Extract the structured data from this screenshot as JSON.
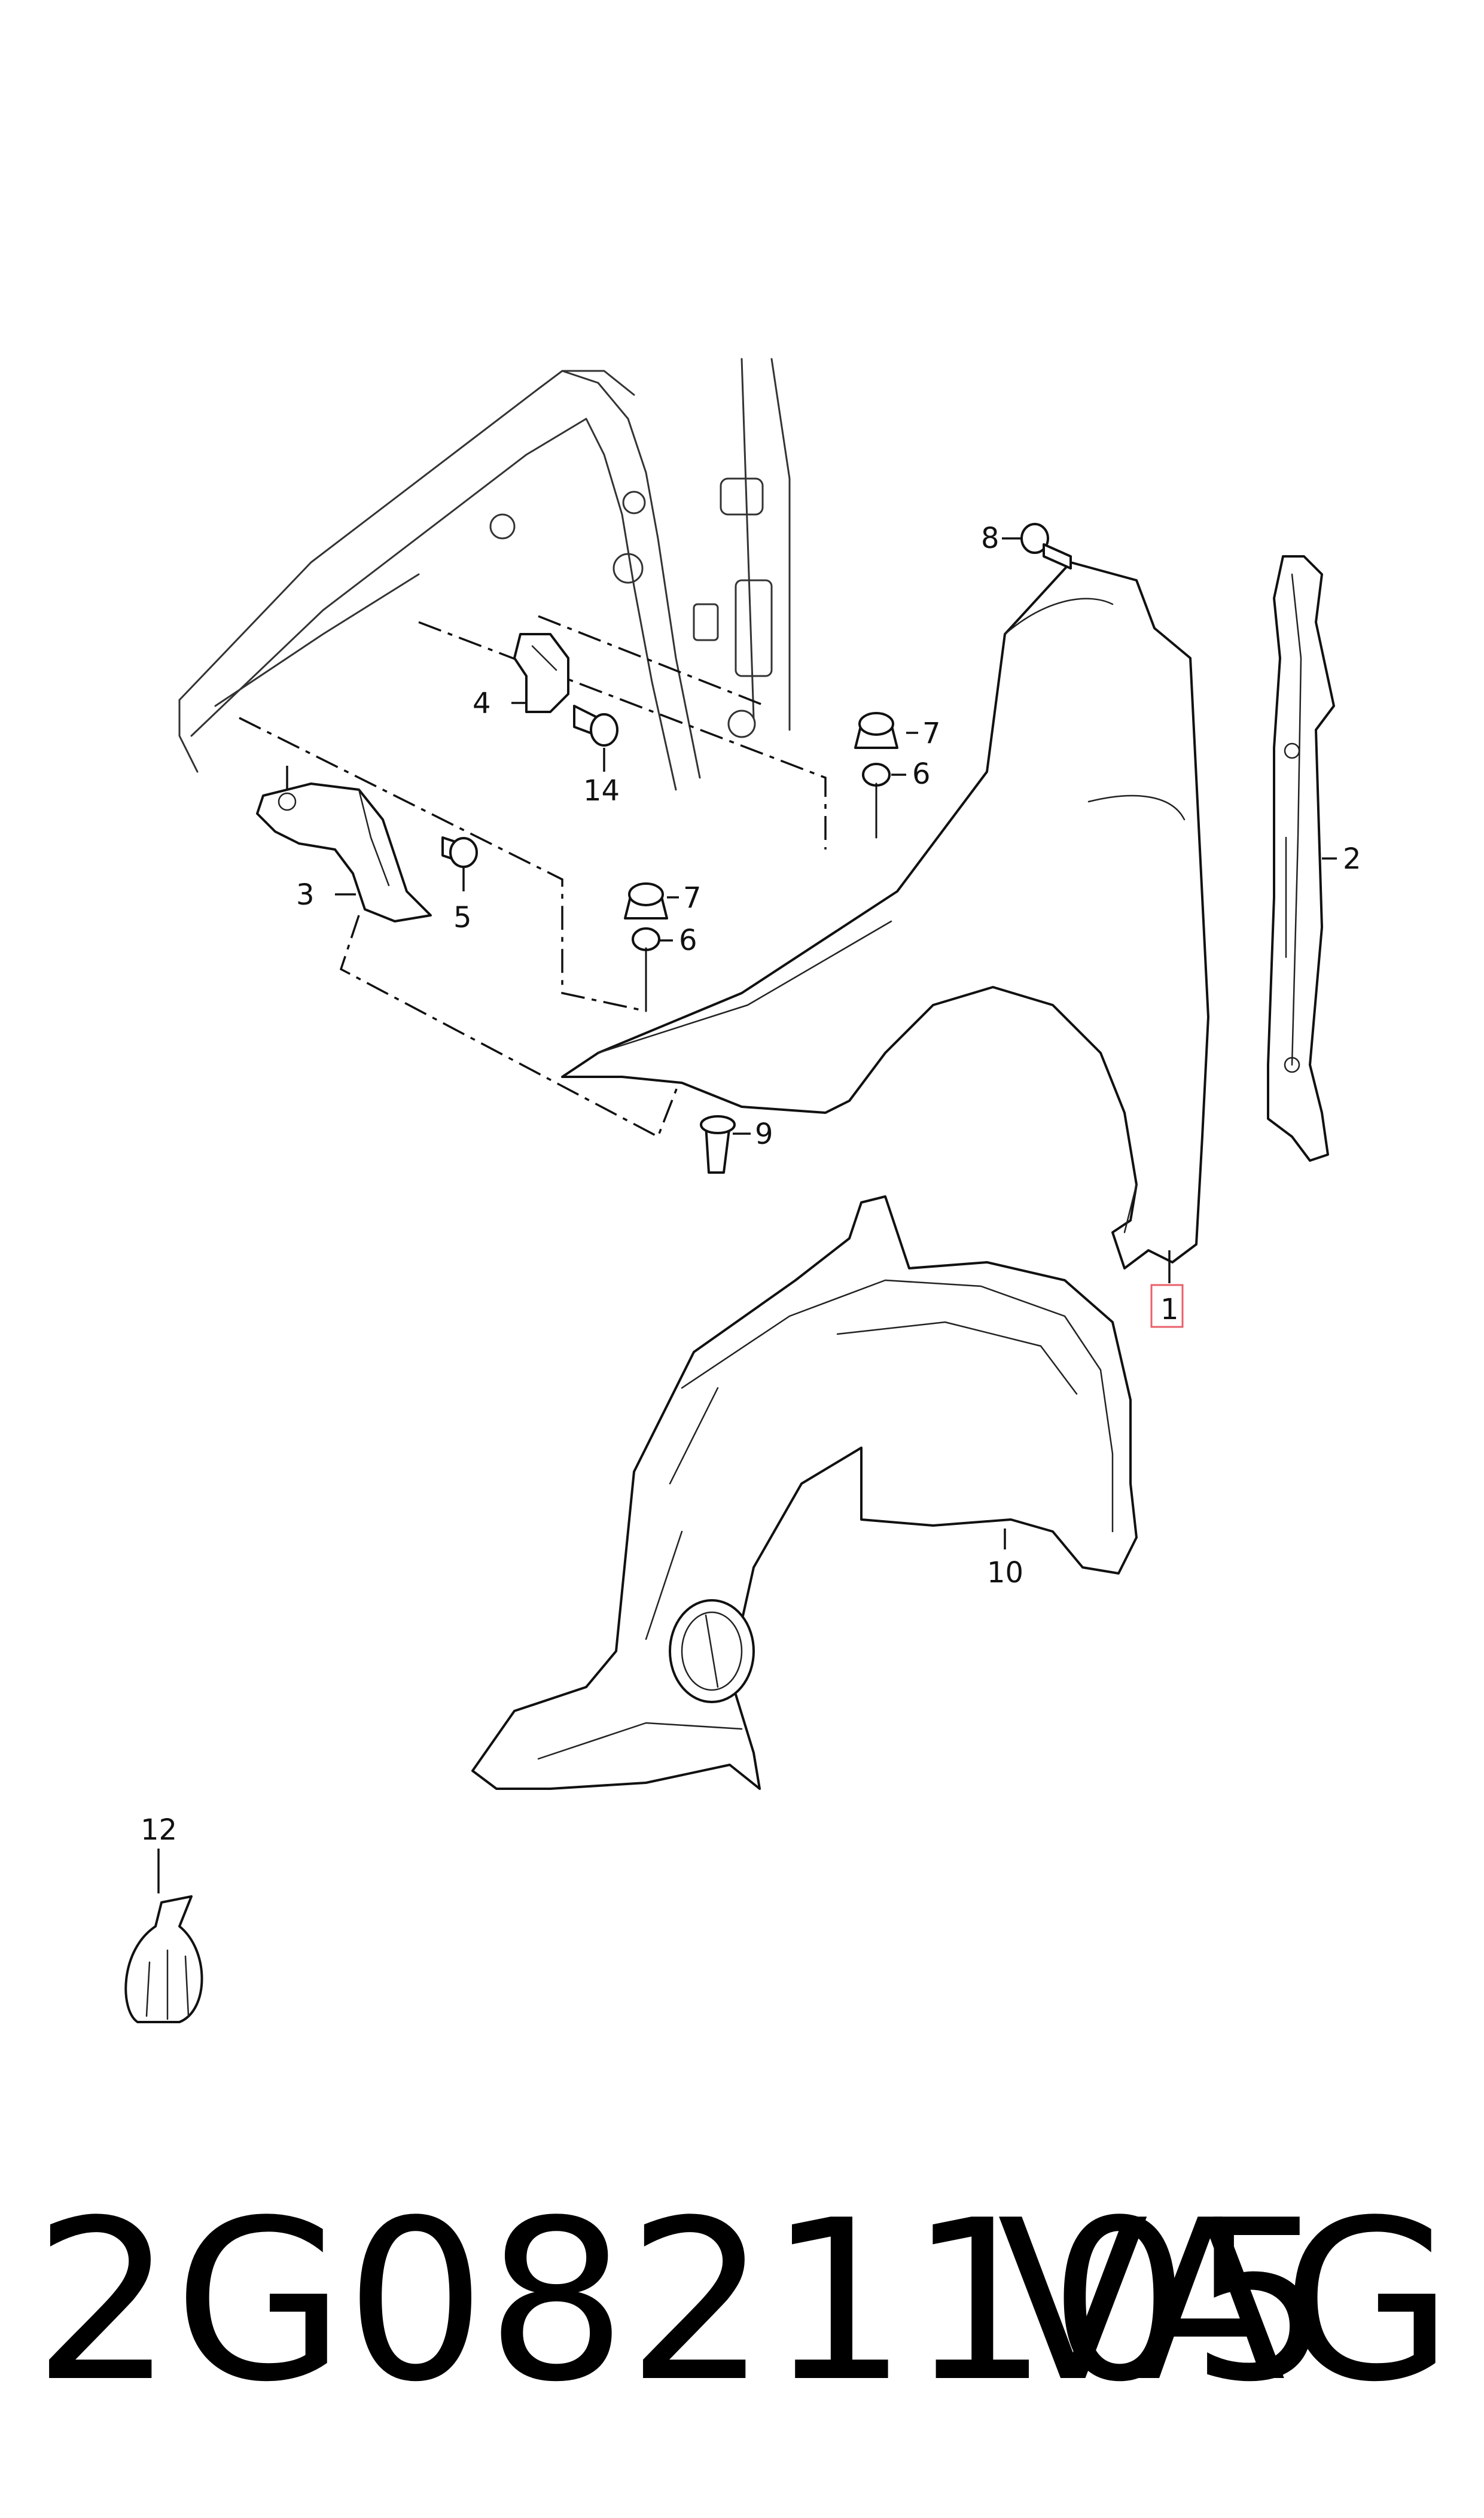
{
  "callouts": {
    "fender": "1",
    "side_seal": "2",
    "front_bracket": "3",
    "upper_bracket": "4",
    "bracket_bolt": "5",
    "bolt_upper": "6",
    "bolt_lower": "6",
    "clip_upper": "7",
    "clip_lower": "7",
    "top_bolt": "8",
    "stud": "9",
    "wheelhouse_liner": "10",
    "repair_kit": "12",
    "body_bolt": "14"
  },
  "footer": {
    "part_number": "2G0821105",
    "brand": "VAG"
  },
  "colors": {
    "line": "#111111",
    "highlight": "#e8606a",
    "background": "#ffffff"
  }
}
